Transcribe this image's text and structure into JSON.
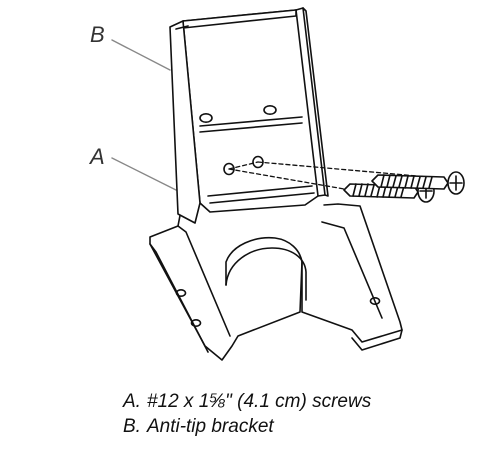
{
  "diagram": {
    "callouts": [
      {
        "letter": "B"
      },
      {
        "letter": "A"
      }
    ],
    "legend": [
      {
        "key": "A.",
        "text": "#12 x 1⅝\" (4.1 cm) screws"
      },
      {
        "key": "B.",
        "text": "Anti-tip bracket"
      }
    ],
    "colors": {
      "line": "#111111",
      "leader": "#888888",
      "fill": "#ffffff",
      "text": "#111111"
    }
  }
}
